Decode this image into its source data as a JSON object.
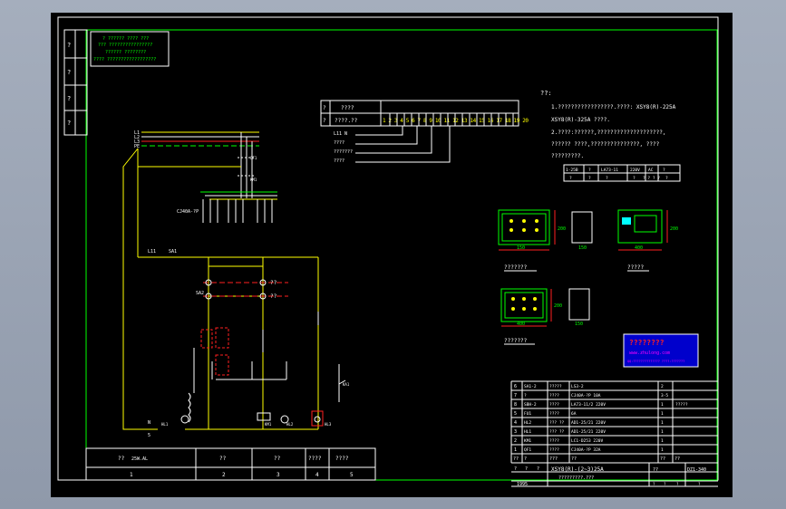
{
  "drawing": {
    "watermark_lines": [
      "? ?????? ???? ???",
      "??? ????????????????",
      "?????? ????????",
      "???? ??????????????????"
    ],
    "side_title_cells": [
      "?",
      "?",
      "?",
      "?"
    ],
    "bus_labels": [
      "L1",
      "L2",
      "L3",
      "PE"
    ],
    "motor_label": "CJ40A-?P",
    "switch_label_l11": "L11",
    "switch_label_sa1": "SA1",
    "sa2_label": "SA2",
    "push_labels": [
      "??",
      "??"
    ],
    "ka1_label": "KA1",
    "lamp_labels": [
      "HL1",
      "KM1",
      "HL2",
      "HL3"
    ],
    "bottom_left_labels": [
      "N",
      "5"
    ],
    "terminal_header": [
      "?",
      "????"
    ],
    "terminal_row2": [
      "?",
      "????.??"
    ],
    "terminal_digits": "1 2 3 4 5 6 7 8 9 10 11 12 13 14 15 16 17 18 19 20",
    "terminal_left_labels": [
      "L11 N",
      "????",
      "???????",
      "????"
    ]
  },
  "notes": {
    "heading": "??:",
    "lines": [
      "1.?????????????????.????:    XSY8(R)-225A",
      "XSY8(R)-325A ????.",
      "2.????:??????,????????????????????,",
      "?????? ????,???????????????,    ????",
      "?????????."
    ],
    "spec_table": {
      "header": [
        "1-25B",
        "?",
        "LA73-11",
        "220V",
        "AC",
        "?"
      ],
      "row": [
        "?",
        "?",
        "?",
        "?",
        "? ? ? ?",
        "?"
      ]
    }
  },
  "views": {
    "dims": [
      "150",
      "200",
      "150",
      "400",
      "200",
      "400",
      "200",
      "150"
    ],
    "captions": [
      "???????",
      "?????",
      "???????"
    ]
  },
  "logo": {
    "title": "????????",
    "sub": "www.zhulong.com",
    "url": "QQ:?????????????? ????:???????"
  },
  "parts_table": {
    "rows": [
      [
        "6",
        "SA1-2",
        "?????",
        "LS3-2",
        "2",
        ""
      ],
      [
        "7",
        "?",
        "????",
        "CJ40A-?P   10A",
        "3-5",
        ""
      ],
      [
        "8",
        "SBH-2",
        "????",
        "LA73-11/2    220V",
        "1",
        "?????"
      ],
      [
        "5",
        "FU1",
        "????",
        "6A",
        "1",
        ""
      ],
      [
        "4",
        "HL2",
        "??? ??",
        "AD1-25/21    220V",
        "1",
        ""
      ],
      [
        "3",
        "HL1",
        "??? ??",
        "AD1-25/21    220V",
        "1",
        ""
      ],
      [
        "2",
        "KM1",
        "????",
        "LC1-D253    220V",
        "1",
        ""
      ],
      [
        "1",
        "QF1",
        "????",
        "CJ40A-?P    32A",
        "1",
        ""
      ]
    ],
    "header": [
      "??",
      "?",
      "???",
      "??",
      "??",
      "??"
    ],
    "footer_left": [
      "?",
      "?",
      "?"
    ],
    "title_main": "XSY8(R)-(2~3)25A",
    "title_sub": "?????????.???",
    "year": "1995",
    "drawing_no_label": "??",
    "drawing_no": "DZ1-340",
    "footer_right": [
      "?",
      "?",
      "?",
      "?"
    ]
  },
  "bottom_table": {
    "row1": [
      "??",
      "25W.AL",
      "??",
      "??",
      "????",
      "????"
    ],
    "row2": [
      "1",
      "2",
      "3",
      "4",
      "5"
    ]
  },
  "colors": {
    "frame": "#00ff00",
    "wire": "#ffff00",
    "red": "#ff2020",
    "white": "#ffffff",
    "cyan": "#00ffff",
    "magenta": "#ff00ff",
    "logo_bg": "#0000cc"
  }
}
